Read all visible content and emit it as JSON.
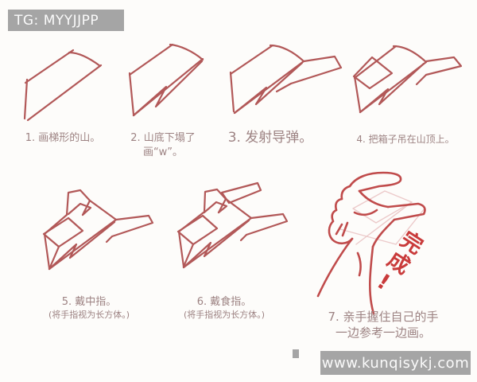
{
  "badge": {
    "text": "TG: MYYJJPP"
  },
  "steps": [
    {
      "caption": "1. 画梯形的山。"
    },
    {
      "caption": "2. 山底下塌了",
      "caption2": "画“w”。"
    },
    {
      "caption": "3. 发射导弹。"
    },
    {
      "caption": "4. 把箱子吊在山顶上。"
    },
    {
      "caption": "5. 戴中指。",
      "caption2": "(将手指视为长方体。)"
    },
    {
      "caption": "6. 戴食指。",
      "caption2": "(将手指视为长方体。)"
    },
    {
      "caption": "7. 亲手握住自己的手",
      "caption2": "一边参考一边画。"
    }
  ],
  "stamp": {
    "text": "完成!"
  },
  "watermark": {
    "text": "www.kunqisykj.com"
  },
  "icons": {
    "step1": "trapezoid-mountain-sketch",
    "step2": "mountain-with-w-sketch",
    "step3": "mountain-missile-sketch",
    "step4": "mountain-box-sketch",
    "step5": "middle-finger-block-sketch",
    "step6": "index-finger-block-sketch",
    "step7": "finished-hand-sketch"
  },
  "colors": {
    "background": "#fdfcfa",
    "band_gray": "#a5a5a5",
    "band_text": "#fafafa",
    "sketch_stroke": "#b25858",
    "hand_stroke": "#c04b4b",
    "construction": "#eccaca",
    "stamp_red": "#c93b3b",
    "caption": "#9d8383"
  }
}
